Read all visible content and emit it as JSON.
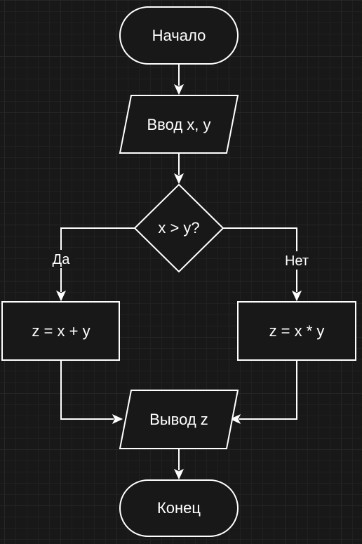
{
  "flowchart": {
    "start_label": "Начало",
    "input_label": "Ввод x, y",
    "decision_label": "x > y?",
    "yes_label": "Да",
    "no_label": "Нет",
    "sum_label": "z = x + y",
    "product_label": "z = x * y",
    "output_label": "Вывод z",
    "end_label": "Конец"
  }
}
